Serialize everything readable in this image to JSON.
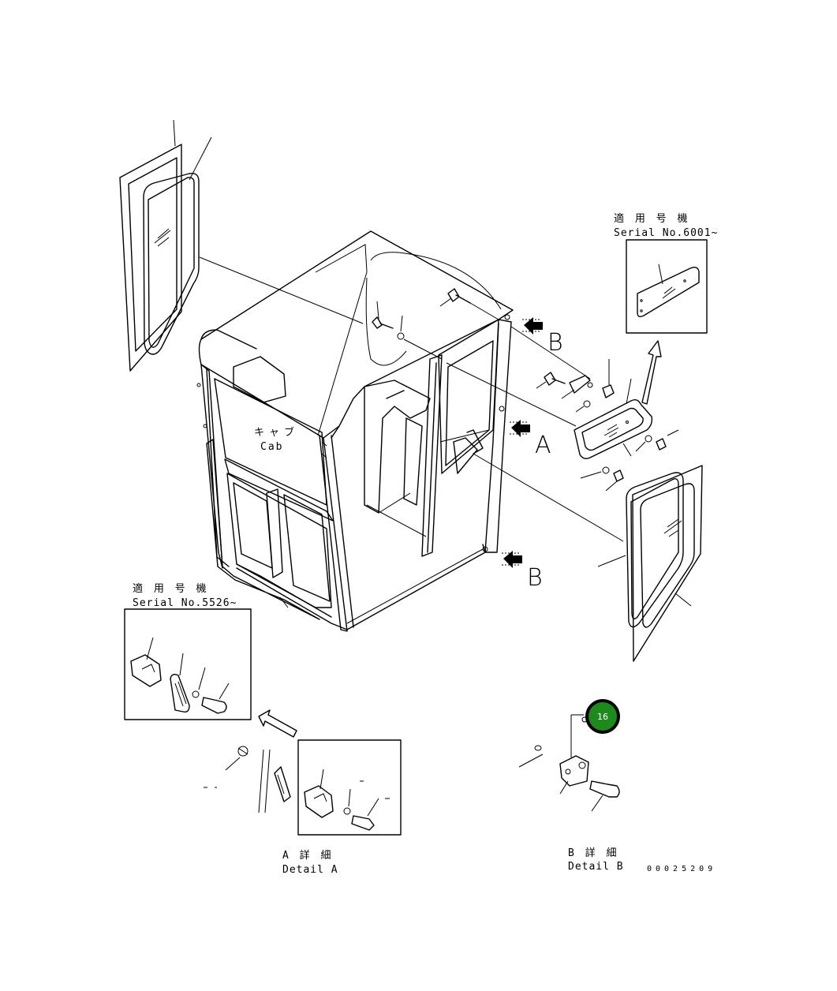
{
  "labels": {
    "serial_top_jp": "適 用 号 機",
    "serial_top": "Serial No.6001~",
    "serial_left_jp": "適 用 号 機",
    "serial_left": "Serial No.5526~",
    "cab_jp": "キャブ",
    "cab": "Cab",
    "arrow_b_top": "B",
    "arrow_a": "A",
    "arrow_b_bottom": "B",
    "detail_a_jp": "A 詳 細",
    "detail_a": "Detail A",
    "detail_b_jp": "B 詳 細",
    "detail_b": "Detail B",
    "drawing_code": "00025209"
  },
  "callout": {
    "number": "16",
    "color": "#1e8a1e"
  }
}
